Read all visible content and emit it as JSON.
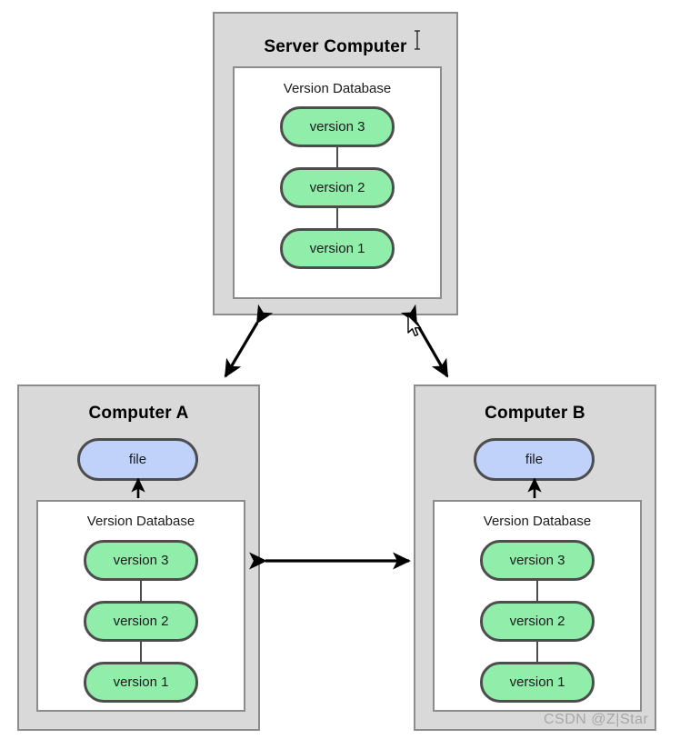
{
  "diagram": {
    "type": "centralized-version-control-system",
    "background_color": "#ffffff",
    "panel_fill": "#d9d9d9",
    "panel_border": "#8c8c8c",
    "inner_panel_fill": "#ffffff",
    "version_pill_fill": "#90eeaa",
    "file_pill_fill": "#c0d2fa",
    "pill_border": "#4d4d4d",
    "arrow_color": "#000000"
  },
  "server": {
    "title": "Server Computer",
    "database": {
      "title": "Version Database",
      "versions": [
        {
          "label": "version 3"
        },
        {
          "label": "version 2"
        },
        {
          "label": "version 1"
        }
      ]
    }
  },
  "computer_a": {
    "title": "Computer A",
    "file": {
      "label": "file"
    },
    "database": {
      "title": "Version Database",
      "versions": [
        {
          "label": "version 3"
        },
        {
          "label": "version 2"
        },
        {
          "label": "version 1"
        }
      ]
    }
  },
  "computer_b": {
    "title": "Computer B",
    "file": {
      "label": "file"
    },
    "database": {
      "title": "Version Database",
      "versions": [
        {
          "label": "version 3"
        },
        {
          "label": "version 2"
        },
        {
          "label": "version 1"
        }
      ]
    }
  },
  "connectors": [
    {
      "name": "server-to-computer-a",
      "style": "double-headed-arrow",
      "orientation": "diagonal"
    },
    {
      "name": "server-to-computer-b",
      "style": "double-headed-arrow",
      "orientation": "diagonal"
    },
    {
      "name": "computer-a-to-computer-b",
      "style": "double-headed-arrow",
      "orientation": "horizontal"
    },
    {
      "name": "database-to-file-a",
      "style": "single-headed-arrow",
      "orientation": "vertical-up"
    },
    {
      "name": "database-to-file-b",
      "style": "single-headed-arrow",
      "orientation": "vertical-up"
    }
  ],
  "watermark": {
    "text": "CSDN @Z|Star"
  },
  "cursors": {
    "pointer": "cursor-pointer-icon",
    "ibeam": "cursor-ibeam-icon"
  }
}
